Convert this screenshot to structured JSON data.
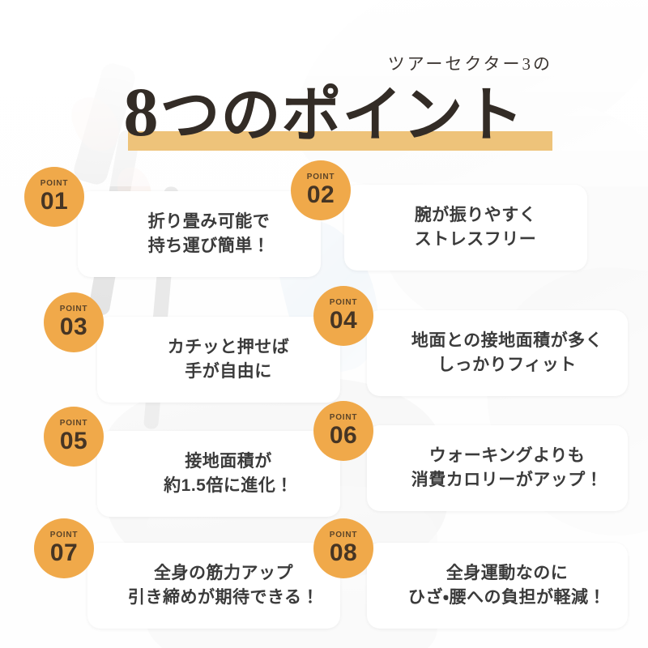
{
  "header": {
    "subtitle": "ツアーセクター3の",
    "title_number": "8",
    "title_rest": "つのポイント",
    "highlight_color": "#eec37a",
    "title_color": "#332c26"
  },
  "theme": {
    "badge_color": "#f0a94a",
    "badge_label_color": "#5c4428",
    "badge_number_color": "#463524",
    "card_background": "#ffffff",
    "card_text_color": "#3b3b3b",
    "page_background": "#fdfdfd"
  },
  "points": [
    {
      "label": "POINT",
      "number": "01",
      "text": "折り畳み可能で\n持ち運び簡単！"
    },
    {
      "label": "POINT",
      "number": "02",
      "text": "腕が振りやすく\nストレスフリー"
    },
    {
      "label": "POINT",
      "number": "03",
      "text": "カチッと押せば\n手が自由に"
    },
    {
      "label": "POINT",
      "number": "04",
      "text": "地面との接地面積が多く\nしっかりフィット"
    },
    {
      "label": "POINT",
      "number": "05",
      "text": "接地面積が\n約1.5倍に進化！"
    },
    {
      "label": "POINT",
      "number": "06",
      "text": "ウォーキングよりも\n消費カロリーがアップ！"
    },
    {
      "label": "POINT",
      "number": "07",
      "text": "全身の筋力アップ\n引き締めが期待できる！"
    },
    {
      "label": "POINT",
      "number": "08",
      "text": "全身運動なのに\nひざ・腰への負担が軽減！"
    }
  ]
}
